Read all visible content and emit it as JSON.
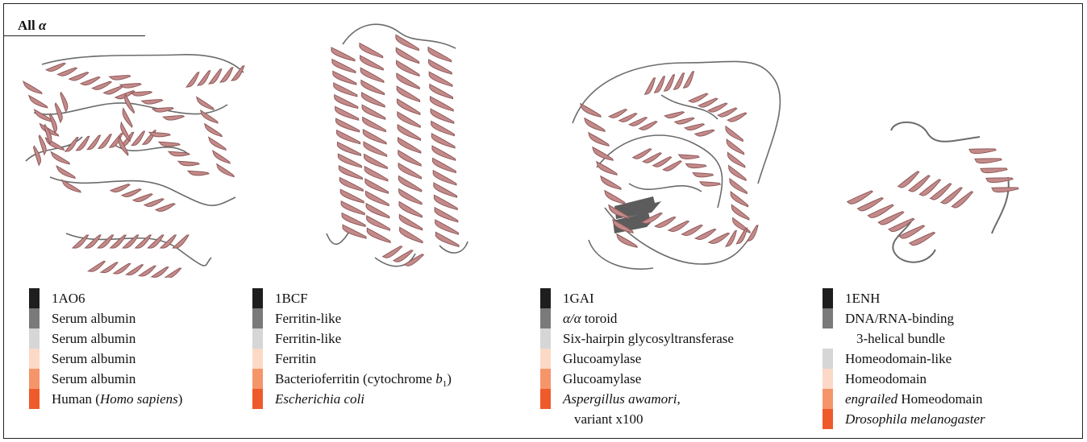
{
  "section": {
    "label": "All",
    "greek": "α"
  },
  "swatch_colors": {
    "level1": "#1e1e1e",
    "level2": "#7a7a7a",
    "level3": "#d6d6d6",
    "level4": "#fcd9c6",
    "level5": "#f5956a",
    "level6": "#ef5a2a"
  },
  "structure_colors": {
    "helix": "#c48a8a",
    "helix_shade": "#8f5a5a",
    "coil": "#6b6b6b",
    "strand": "#5c5c5c"
  },
  "panels": [
    {
      "id": "1AO6",
      "rows": [
        {
          "color": "level1",
          "text": "1AO6"
        },
        {
          "color": "level2",
          "text": "Serum albumin"
        },
        {
          "color": "level3",
          "text": "Serum albumin"
        },
        {
          "color": "level4",
          "text": "Serum albumin"
        },
        {
          "color": "level5",
          "text": "Serum albumin"
        },
        {
          "color": "level6",
          "text_pre": "Human (",
          "text_italic": "Homo sapiens",
          "text_post": ")"
        }
      ]
    },
    {
      "id": "1BCF",
      "rows": [
        {
          "color": "level1",
          "text": "1BCF"
        },
        {
          "color": "level2",
          "text": "Ferritin-like"
        },
        {
          "color": "level3",
          "text": "Ferritin-like"
        },
        {
          "color": "level4",
          "text": "Ferritin"
        },
        {
          "color": "level5",
          "text_pre": "Bacterioferritin (cytochrome ",
          "text_italic": "b",
          "text_sub": "1",
          "text_post": ")"
        },
        {
          "color": "level6",
          "text_italic": "Escherichia coli"
        }
      ]
    },
    {
      "id": "1GAI",
      "rows": [
        {
          "color": "level1",
          "text": "1GAI"
        },
        {
          "color": "level2",
          "text_italic": "α/α",
          "text_post": " toroid"
        },
        {
          "color": "level3",
          "text": "Six-hairpin glycosyltransferase"
        },
        {
          "color": "level4",
          "text": "Glucoamylase"
        },
        {
          "color": "level5",
          "text": "Glucoamylase"
        },
        {
          "color": "level6",
          "text_italic": "Aspergillus awamori",
          "text_post": ","
        },
        {
          "color": null,
          "text": "variant x100"
        }
      ]
    },
    {
      "id": "1ENH",
      "rows": [
        {
          "color": "level1",
          "text": "1ENH"
        },
        {
          "color": "level2",
          "text": "DNA/RNA-binding"
        },
        {
          "color": null,
          "text": "3-helical bundle"
        },
        {
          "color": "level3",
          "text": "Homeodomain-like"
        },
        {
          "color": "level4",
          "text": "Homeodomain"
        },
        {
          "color": "level5",
          "text_italic": "engrailed",
          "text_post": " Homeodomain"
        },
        {
          "color": "level6",
          "text_italic": "Drosophila melanogaster"
        }
      ]
    }
  ]
}
